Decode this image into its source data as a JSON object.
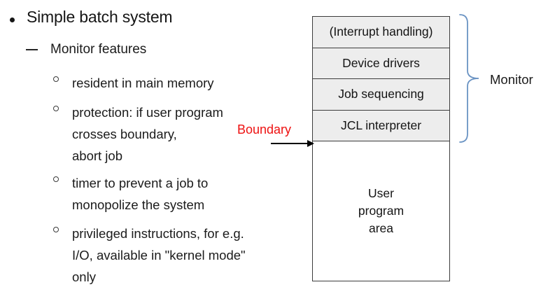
{
  "content": {
    "title": "Simple batch system",
    "subtitle": "Monitor features",
    "bullets": [
      [
        "resident in main memory"
      ],
      [
        "protection: if user program",
        "crosses boundary,",
        "abort job"
      ],
      [
        "timer to prevent a job to",
        "monopolize the system"
      ],
      [
        "privileged instructions, for e.g.",
        "I/O, available in \"kernel mode\"",
        "only"
      ]
    ]
  },
  "diagram": {
    "rows": [
      "(Interrupt handling)",
      "Device drivers",
      "Job sequencing",
      "JCL interpreter"
    ],
    "user_area": [
      "User",
      "program",
      "area"
    ],
    "boundary_label": "Boundary",
    "monitor_label": "Monitor",
    "icons": {
      "boundary_arrow": "right-arrow",
      "monitor_brace": "right-curly-brace"
    },
    "colors": {
      "boundary_red": "#ee1111",
      "brace_blue": "#6a93c3",
      "row_fill": "#ededed",
      "border_dark": "#3c3c3c",
      "text": "#1b1b1b"
    }
  }
}
